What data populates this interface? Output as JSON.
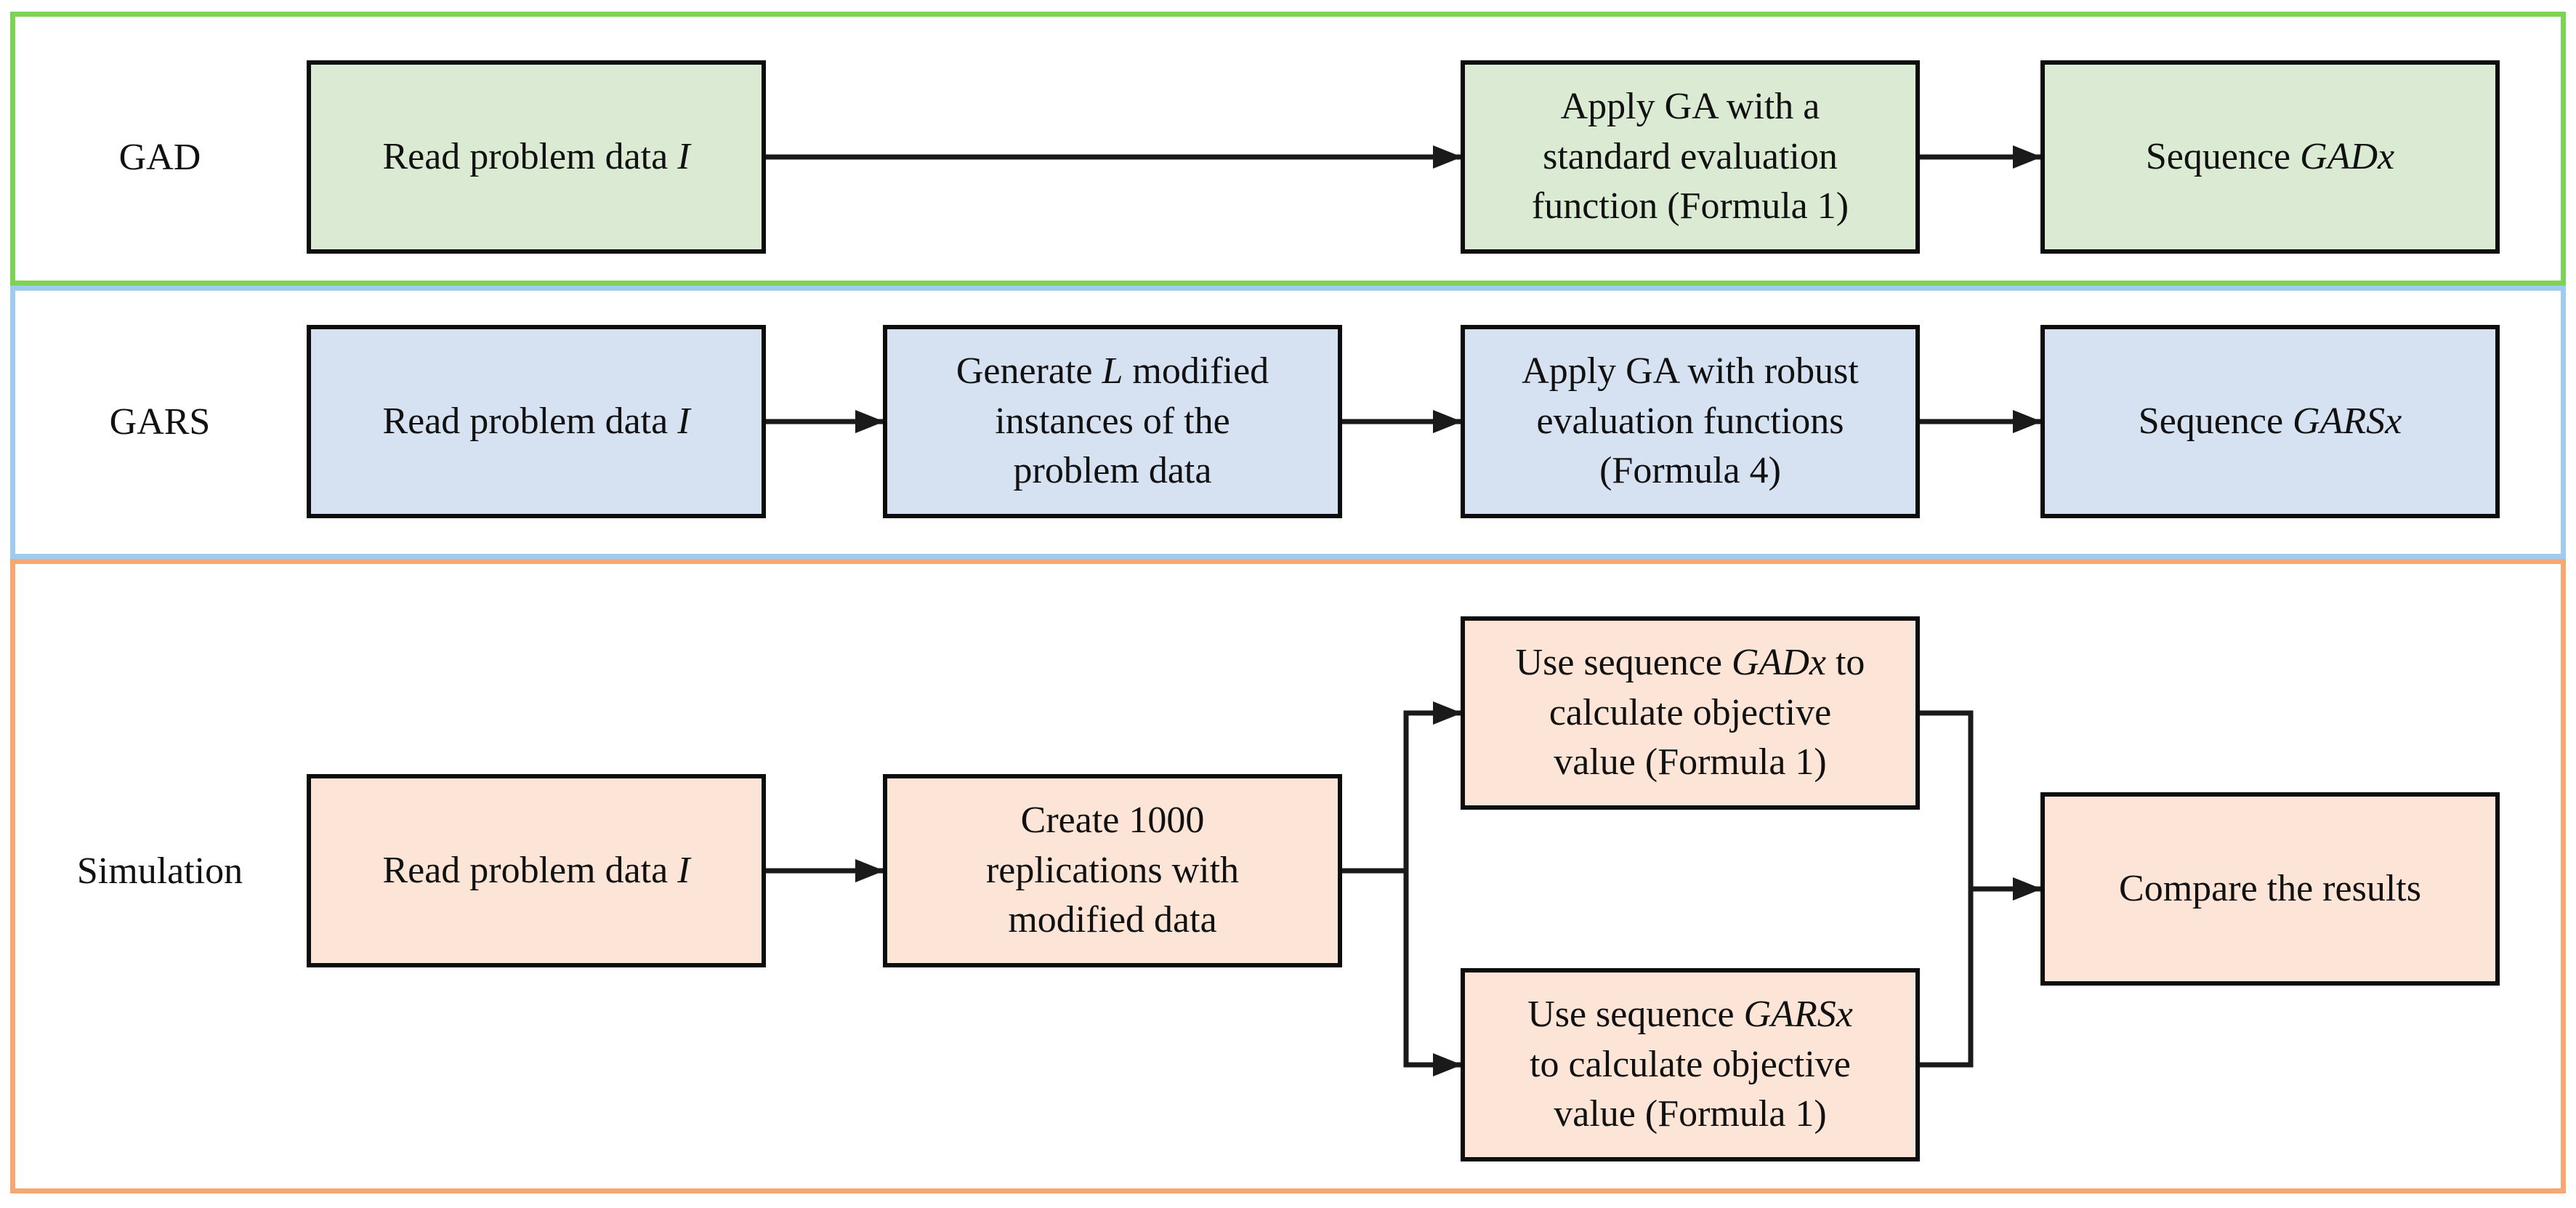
{
  "colors": {
    "background": "#FFFFFF",
    "lane_gad_border": "#7CD456",
    "lane_gars_border": "#9FCBEE",
    "lane_sim_border": "#F5A871",
    "box_gad_fill": "#DBEAD3",
    "box_gars_fill": "#D6E2F1",
    "box_sim_fill": "#FCE4D6",
    "box_border": "#0D0D0D",
    "connector": "#1A1A1A",
    "text": "#111111"
  },
  "diagram": {
    "lanes": [
      {
        "id": "gad",
        "label": "GAD",
        "border_color": "#7CD456",
        "box_fill": "#DBEAD3"
      },
      {
        "id": "gars",
        "label": "GARS",
        "border_color": "#9FCBEE",
        "box_fill": "#D6E2F1"
      },
      {
        "id": "sim",
        "label": "Simulation",
        "border_color": "#F5A871",
        "box_fill": "#FCE4D6"
      }
    ],
    "boxes": [
      {
        "id": "gad-read",
        "lane": "gad",
        "lines": [
          [
            {
              "t": "Read problem data ",
              "i": false
            },
            {
              "t": "I",
              "i": true
            }
          ]
        ]
      },
      {
        "id": "gad-apply",
        "lane": "gad",
        "lines": [
          [
            {
              "t": "Apply GA with a"
            }
          ],
          [
            {
              "t": "standard evaluation"
            }
          ],
          [
            {
              "t": "function (Formula 1)"
            }
          ]
        ]
      },
      {
        "id": "gad-sequence",
        "lane": "gad",
        "lines": [
          [
            {
              "t": "Sequence "
            },
            {
              "t": "GADx",
              "i": true
            }
          ]
        ]
      },
      {
        "id": "gars-read",
        "lane": "gars",
        "lines": [
          [
            {
              "t": "Read problem data "
            },
            {
              "t": "I",
              "i": true
            }
          ]
        ]
      },
      {
        "id": "gars-generate",
        "lane": "gars",
        "lines": [
          [
            {
              "t": "Generate "
            },
            {
              "t": "L",
              "i": true
            },
            {
              "t": " modified"
            }
          ],
          [
            {
              "t": "instances of the"
            }
          ],
          [
            {
              "t": "problem data"
            }
          ]
        ]
      },
      {
        "id": "gars-apply",
        "lane": "gars",
        "lines": [
          [
            {
              "t": "Apply GA with robust"
            }
          ],
          [
            {
              "t": "evaluation functions"
            }
          ],
          [
            {
              "t": "(Formula 4)"
            }
          ]
        ]
      },
      {
        "id": "gars-sequence",
        "lane": "gars",
        "lines": [
          [
            {
              "t": "Sequence "
            },
            {
              "t": "GARSx",
              "i": true
            }
          ]
        ]
      },
      {
        "id": "sim-read",
        "lane": "sim",
        "lines": [
          [
            {
              "t": "Read problem data "
            },
            {
              "t": "I",
              "i": true
            }
          ]
        ]
      },
      {
        "id": "sim-create",
        "lane": "sim",
        "lines": [
          [
            {
              "t": "Create 1000"
            }
          ],
          [
            {
              "t": "replications with"
            }
          ],
          [
            {
              "t": "modified data"
            }
          ]
        ]
      },
      {
        "id": "sim-use-gadx",
        "lane": "sim",
        "lines": [
          [
            {
              "t": "Use sequence "
            },
            {
              "t": "GADx",
              "i": true
            },
            {
              "t": " to"
            }
          ],
          [
            {
              "t": "calculate objective"
            }
          ],
          [
            {
              "t": "value (Formula 1)"
            }
          ]
        ]
      },
      {
        "id": "sim-use-garsx",
        "lane": "sim",
        "lines": [
          [
            {
              "t": "Use sequence "
            },
            {
              "t": "GARSx",
              "i": true
            }
          ],
          [
            {
              "t": "to calculate objective"
            }
          ],
          [
            {
              "t": "value (Formula 1)"
            }
          ]
        ]
      },
      {
        "id": "sim-compare",
        "lane": "sim",
        "lines": [
          [
            {
              "t": "Compare the results"
            }
          ]
        ]
      }
    ]
  }
}
